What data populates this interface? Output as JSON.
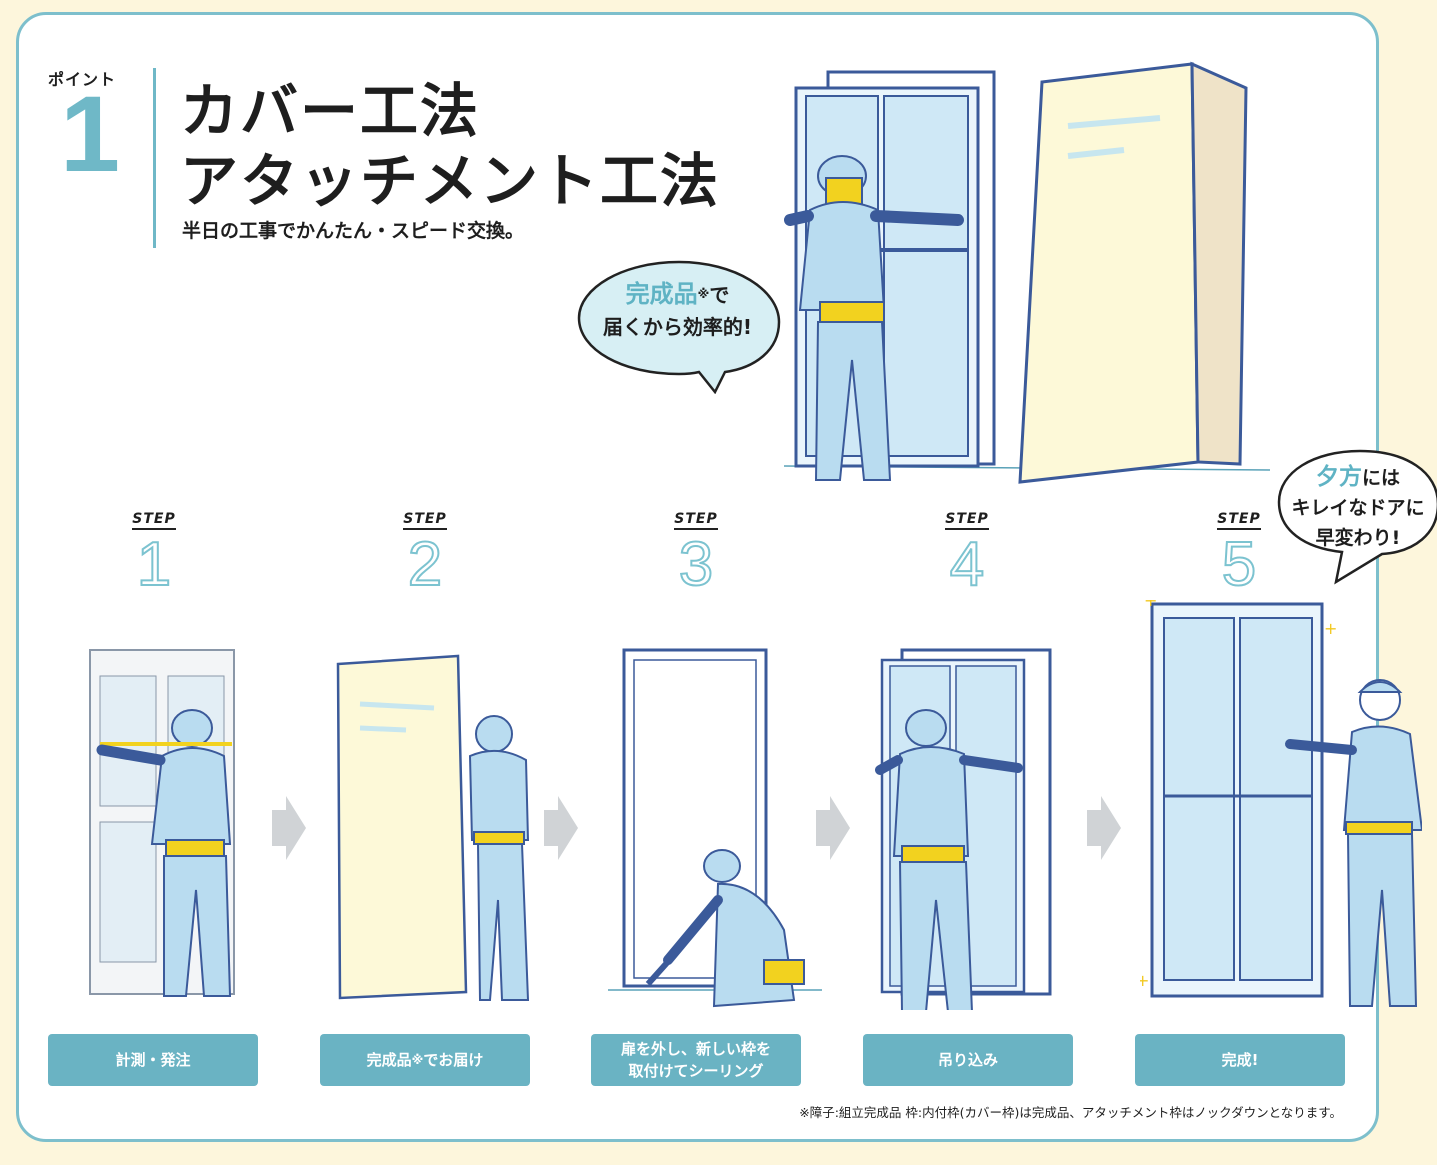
{
  "header": {
    "point_label": "ポイント",
    "point_number": "1",
    "title_line1": "カバー工法",
    "title_line2": "アタッチメント工法",
    "subtitle": "半日の工事でかんたん・スピード交換。"
  },
  "bubble_top": {
    "highlight": "完成品",
    "mark": "※",
    "suffix": "で",
    "line2": "届くから効率的!"
  },
  "bubble_right": {
    "highlight": "夕方",
    "suffix": "には",
    "line2": "キレイなドアに",
    "line3": "早変わり!"
  },
  "steps": [
    {
      "label": "STEP",
      "number": "1",
      "caption": "計測・発注"
    },
    {
      "label": "STEP",
      "number": "2",
      "caption_main": "完成品",
      "caption_mark": "※",
      "caption_rest": "でお届け"
    },
    {
      "label": "STEP",
      "number": "3",
      "caption_line1": "扉を外し、新しい枠を",
      "caption_line2": "取付けてシーリング"
    },
    {
      "label": "STEP",
      "number": "4",
      "caption": "吊り込み"
    },
    {
      "label": "STEP",
      "number": "5",
      "caption": "完成!"
    }
  ],
  "footnote": "※障子:組立完成品 枠:内付枠(カバー枠)は完成品、アタッチメント枠はノックダウンとなります。",
  "colors": {
    "accent": "#6ab3c3",
    "background": "#fdf6dc",
    "worker": "#b9dcf0",
    "box": "#fdf9d8",
    "belt": "#f2d21f"
  },
  "icons": [
    "arrow-right-icon",
    "sparkle-icon"
  ]
}
